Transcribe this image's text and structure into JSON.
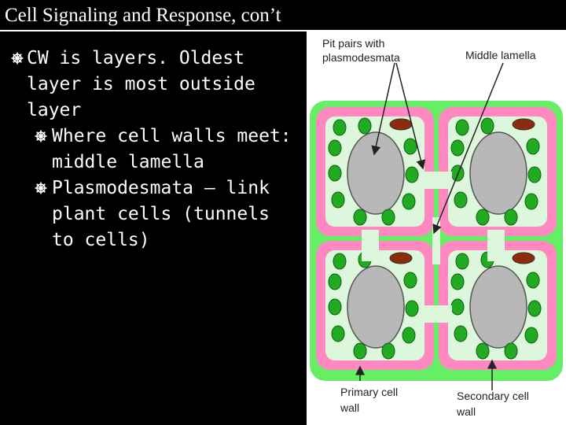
{
  "title": "Cell Signaling and Response, con’t",
  "bullets": [
    {
      "text": "CW is layers. Oldest layer is most outside layer",
      "icon": "wheel-bullet-icon",
      "children": [
        {
          "text": "Where cell walls meet: middle lamella",
          "icon": "wheel-bullet-icon"
        },
        {
          "text": "Plasmodesmata – link plant cells (tunnels to cells)",
          "icon": "wheel-bullet-icon"
        }
      ]
    }
  ],
  "diagram": {
    "labels": {
      "pit_pairs_line1": "Pit pairs with",
      "pit_pairs_line2": "plasmodesmata",
      "middle_lamella": "Middle lamella",
      "primary_wall_line1": "Primary cell",
      "primary_wall_line2": "wall",
      "secondary_wall_line1": "Secondary cell",
      "secondary_wall_line2": "wall"
    },
    "colors": {
      "primary_wall": "#66ee66",
      "secondary_wall": "#ff88c0",
      "cytoplasm": "#dcf7dc",
      "vacuole": "#b8b8b8",
      "chloroplast": "#22aa22",
      "nucleus": "#8b2c0c"
    }
  }
}
